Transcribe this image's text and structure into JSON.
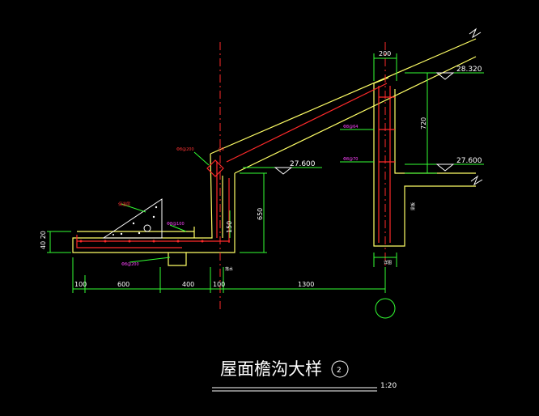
{
  "title": {
    "text": "屋面檐沟大样",
    "detail_no": "2",
    "scale": "1:20"
  },
  "levels": {
    "ridge": "28.320",
    "beam_top": "27.600",
    "gutter_top": "27.600"
  },
  "dimensions": {
    "bottom": [
      "100",
      "600",
      "400",
      "100",
      "1300"
    ],
    "left_thickness": "40 20",
    "gutter_height": "650",
    "lip_height": "150",
    "column_width": "200",
    "upper_height": "720"
  },
  "rebar_labels": {
    "top_bar": "Φ8@200",
    "tie": "Φ8",
    "slab_bar": "Φ8@100",
    "bottom_bar": "Φ8@200",
    "col_a": "Φ8@64",
    "col_b": "Φ8@70",
    "fill_note": "保温层",
    "drain_note": "落水",
    "col_note": "详图",
    "beam_note": "梁板"
  },
  "colors": {
    "concrete": "#ffff66",
    "rebar": "#ff2a2a",
    "dimension": "#33ff33",
    "annotation": "#ff44ff"
  }
}
